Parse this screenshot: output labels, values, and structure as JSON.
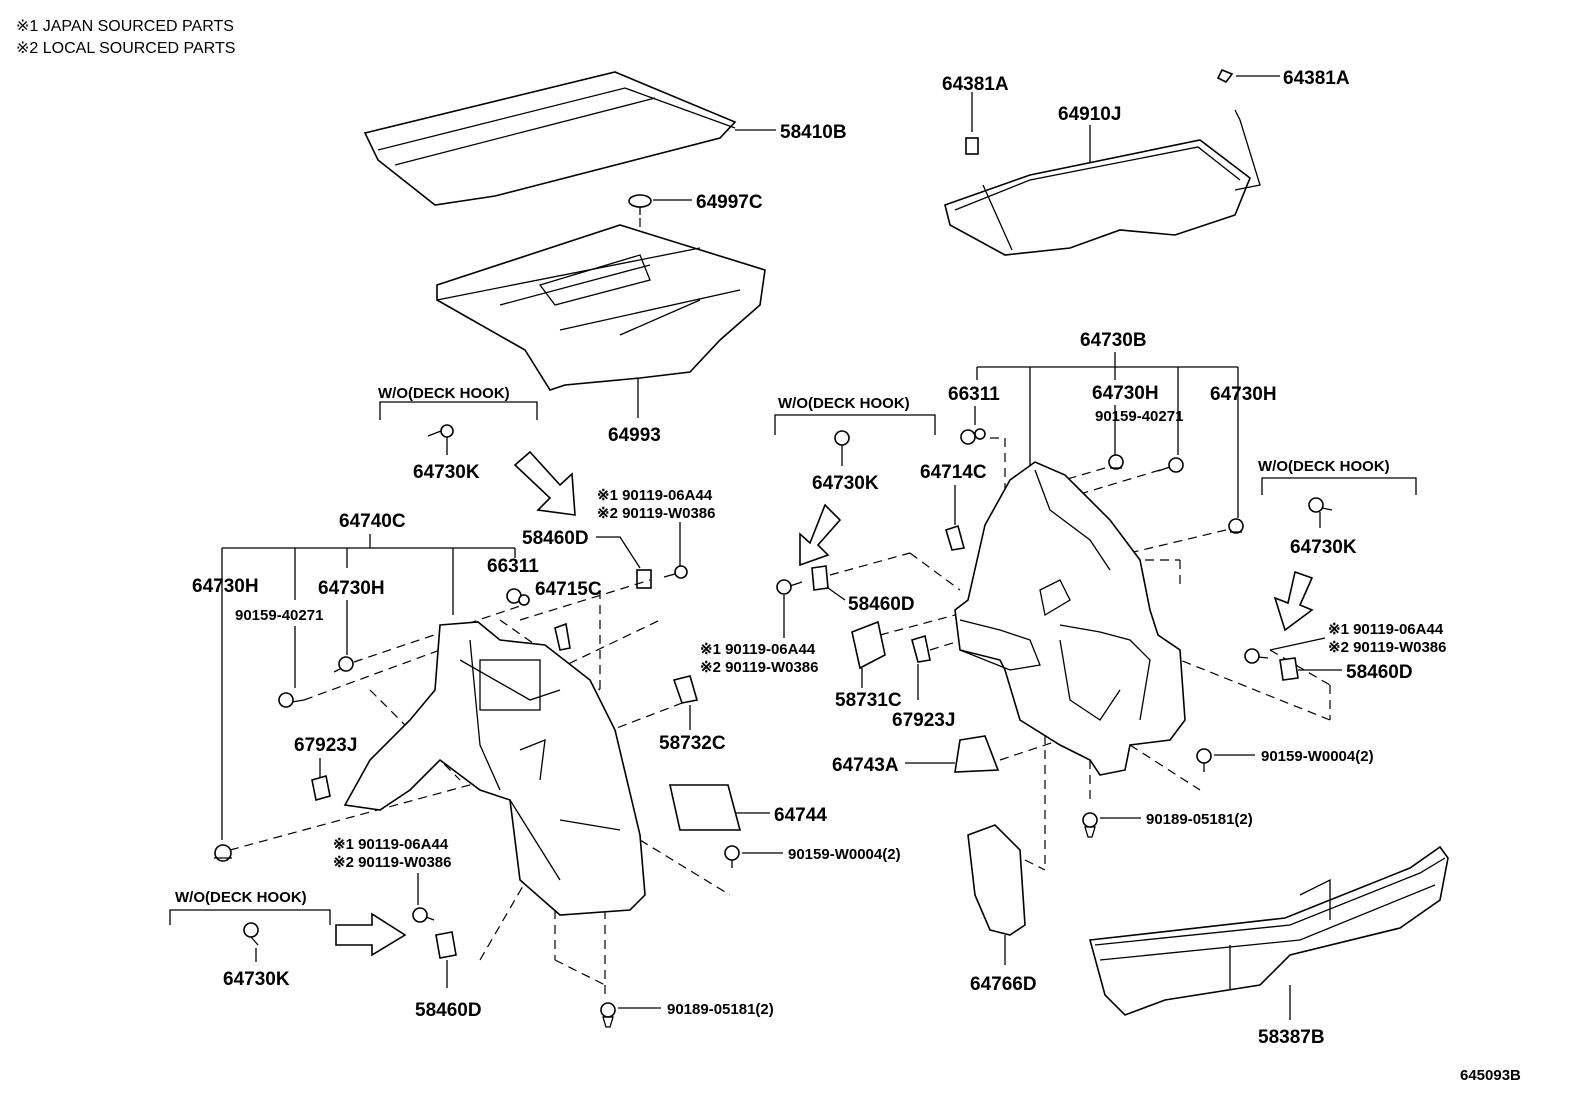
{
  "header": {
    "note1": "※1 JAPAN SOURCED PARTS",
    "note2": "※2 LOCAL SOURCED PARTS"
  },
  "diagram_id": "645093B",
  "condition": "W/O(DECK HOOK)",
  "labels": {
    "p58410B": "58410B",
    "p64997C": "64997C",
    "p64993": "64993",
    "p64381A_l": "64381A",
    "p64381A_r": "64381A",
    "p64910J": "64910J",
    "p64730K_1": "64730K",
    "p64730K_2": "64730K",
    "p64730K_3": "64730K",
    "p64730K_4": "64730K",
    "p64740C": "64740C",
    "p64730H_1": "64730H",
    "p64730H_2": "64730H",
    "p64730H_3": "64730H",
    "p64730H_4": "64730H",
    "p90159_40271_l": "90159-40271",
    "p90159_40271_r": "90159-40271",
    "p66311_l": "66311",
    "p66311_r": "66311",
    "p64715C": "64715C",
    "p58460D_1": "58460D",
    "p58460D_2": "58460D",
    "p58460D_3": "58460D",
    "p58460D_4": "58460D",
    "p67923J_l": "67923J",
    "p67923J_r": "67923J",
    "p58732C": "58732C",
    "p64744": "64744",
    "p90159_W0004_l": "90159-W0004(2)",
    "p90159_W0004_r": "90159-W0004(2)",
    "p90189_05181_l": "90189-05181(2)",
    "p90189_05181_r": "90189-05181(2)",
    "p64730B": "64730B",
    "p64714C": "64714C",
    "p58731C": "58731C",
    "p64743A": "64743A",
    "p64766D": "64766D",
    "p58387B": "58387B",
    "j1_a": "※1 90119-06A44",
    "j2_a": "※2 90119-W0386",
    "j1_b": "※1 90119-06A44",
    "j2_b": "※2 90119-W0386",
    "j1_c": "※1 90119-06A44",
    "j2_c": "※2 90119-W0386",
    "j1_d": "※1 90119-06A44",
    "j2_d": "※2 90119-W0386"
  }
}
